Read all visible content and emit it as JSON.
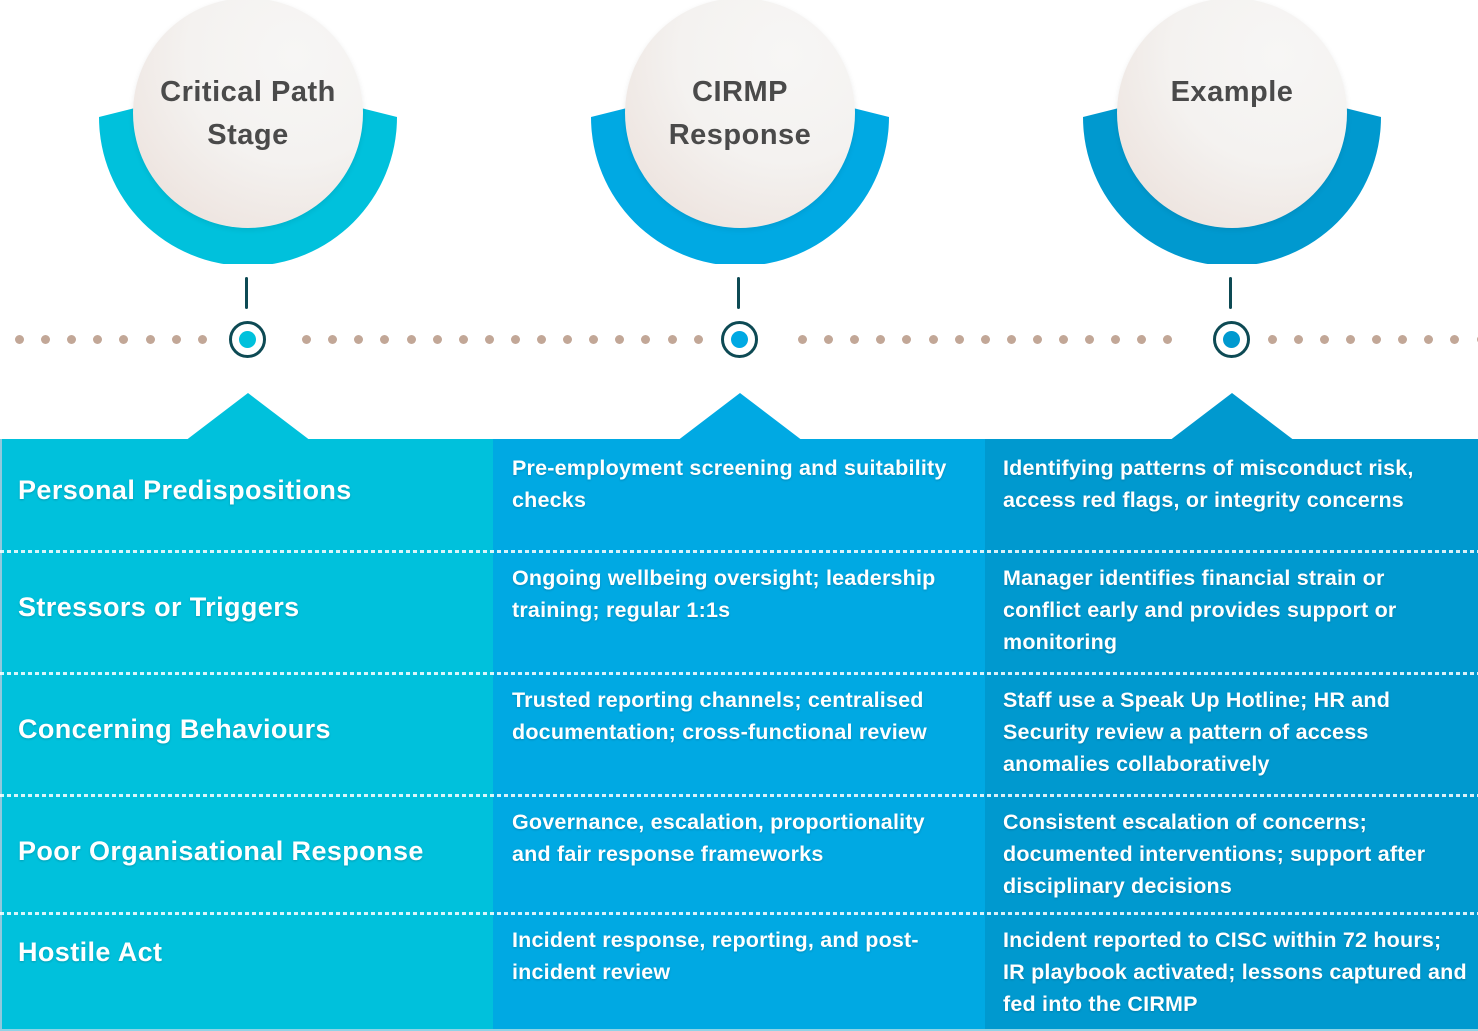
{
  "headers": [
    {
      "id": "stage",
      "label_lines": [
        "Critical Path",
        "Stage"
      ],
      "color": "#00C1DC"
    },
    {
      "id": "response",
      "label_lines": [
        "CIRMP",
        "Response"
      ],
      "color": "#00A9E3"
    },
    {
      "id": "example",
      "label_lines": [
        "Example"
      ],
      "color": "#0099CF"
    }
  ],
  "timeline": {
    "dot_color": "#C2A797",
    "node_ring_color": "#0D4A54"
  },
  "rows": [
    {
      "stage": "Personal Predispositions",
      "response": "Pre-employment screening and suitability checks",
      "example": "Identifying patterns of misconduct risk, access red flags, or integrity concerns"
    },
    {
      "stage": "Stressors or Triggers",
      "response": "Ongoing wellbeing oversight; leadership training; regular 1:1s",
      "example": "Manager identifies financial strain or conflict early and provides support or monitoring"
    },
    {
      "stage": "Concerning Behaviours",
      "response": "Trusted reporting channels; centralised documentation; cross-functional review",
      "example": "Staff use a Speak Up Hotline; HR and Security review a pattern of access anomalies collaboratively"
    },
    {
      "stage": "Poor Organisational Response",
      "response": "Governance, escalation, proportionality and fair response frameworks",
      "example": "Consistent escalation of concerns; documented interventions; support after disciplinary decisions"
    },
    {
      "stage": "Hostile Act",
      "response": "Incident response, reporting, and post-incident review",
      "example": "Incident reported to CISC within 72 hours; IR playbook activated; lessons captured and fed into the CIRMP"
    }
  ]
}
